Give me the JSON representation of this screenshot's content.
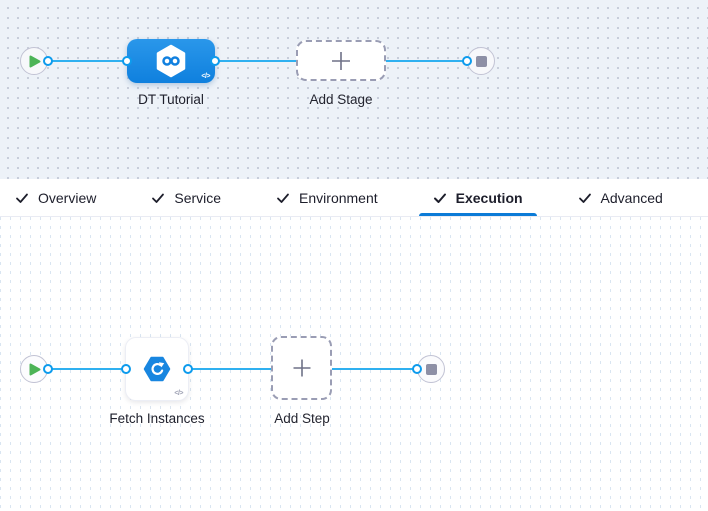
{
  "colors": {
    "connector_line": "#2fb0f0",
    "port_ring": "#0d9bed",
    "stage_node_blue": "#1386e2",
    "tab_underline": "#0b7bd7",
    "play_green": "#4db457",
    "stop_gray": "#8e90a6",
    "top_canvas_bg": "#edf2f8",
    "dash_grid": "#d9e5f1"
  },
  "stage_graph": {
    "start_node": {
      "icon": "play-icon"
    },
    "stage_node": {
      "label": "DT Tutorial",
      "icon": "cd-stage-infinity-icon",
      "code_badge": "</>"
    },
    "add_stage": {
      "label": "Add Stage",
      "icon": "plus-icon"
    },
    "end_node": {
      "icon": "stop-icon"
    }
  },
  "tab_bar": {
    "tabs": [
      {
        "label": "Overview",
        "checked": true,
        "active": false,
        "icon": "check-icon"
      },
      {
        "label": "Service",
        "checked": true,
        "active": false,
        "icon": "check-icon"
      },
      {
        "label": "Environment",
        "checked": true,
        "active": false,
        "icon": "check-icon"
      },
      {
        "label": "Execution",
        "checked": true,
        "active": true,
        "icon": "check-icon"
      },
      {
        "label": "Advanced",
        "checked": true,
        "active": false,
        "icon": "check-icon"
      }
    ]
  },
  "step_graph": {
    "start_node": {
      "icon": "play-icon"
    },
    "step_node": {
      "label": "Fetch Instances",
      "icon": "fetch-instances-icon",
      "code_badge": "</>"
    },
    "add_step": {
      "label": "Add Step",
      "icon": "plus-icon"
    },
    "end_node": {
      "icon": "stop-icon"
    }
  }
}
